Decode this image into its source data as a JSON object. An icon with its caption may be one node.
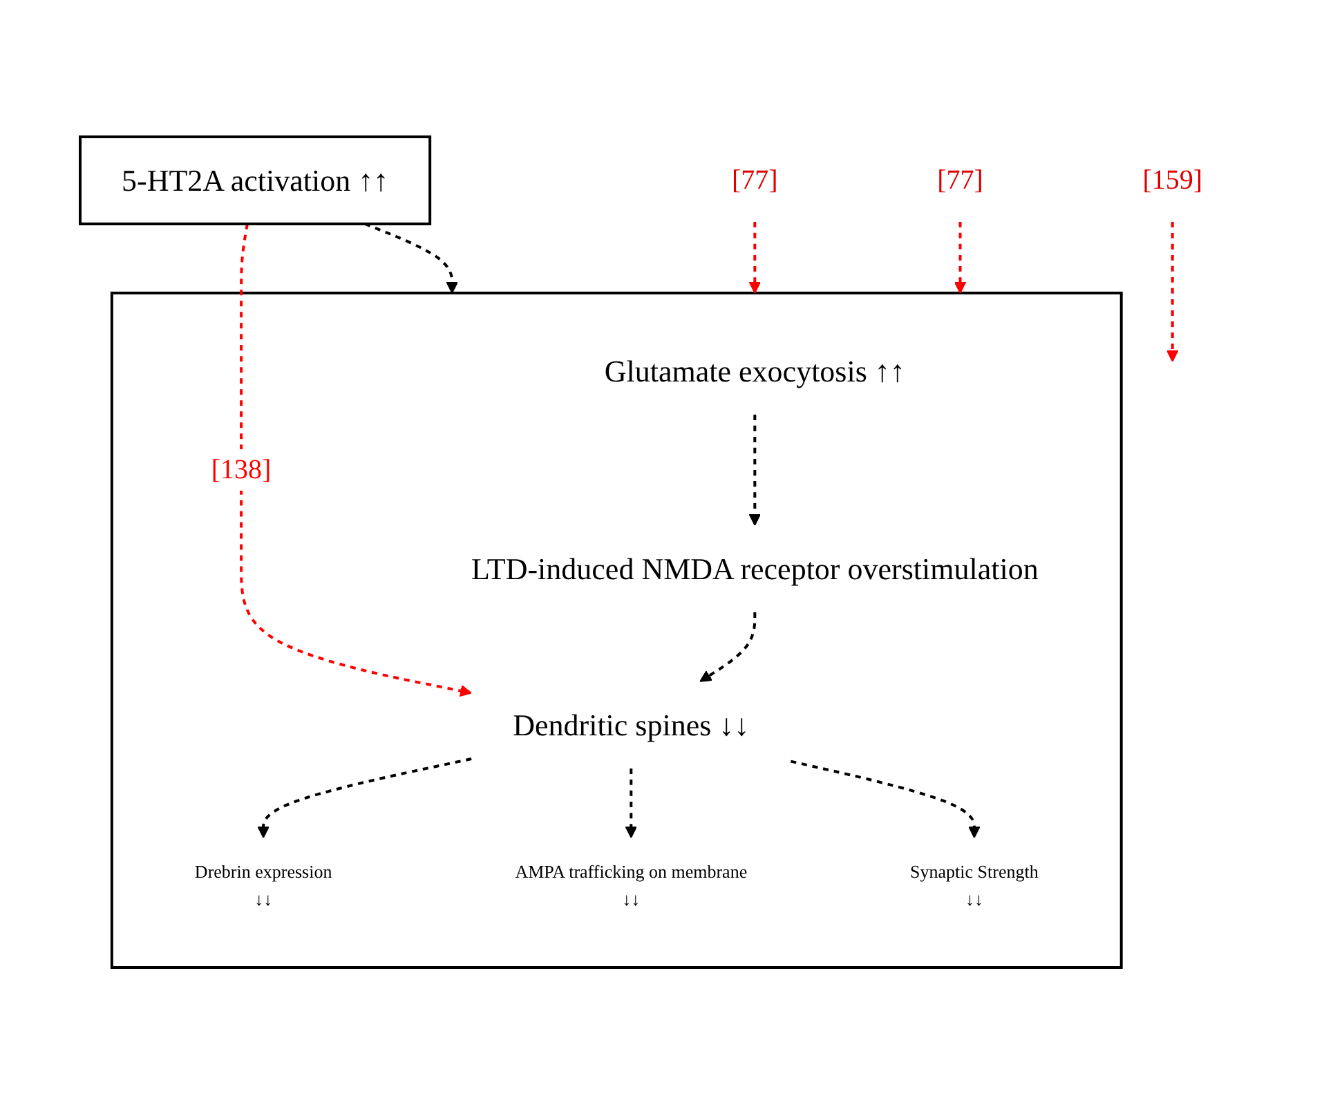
{
  "diagram": {
    "nodes": [
      {
        "text": [
          "[159]"
        ]
      },
      {
        "text": [
          "5-HT2A activation ↑↑"
        ]
      },
      {
        "text": [],
        "shape": "box"
      },
      {
        "text": [
          "Glutamate exocytosis ↑↑"
        ],
        "in": 2
      },
      {
        "text": [
          "[77]"
        ]
      },
      {
        "text": [
          "LTD-induced NMDA receptor overstimulation"
        ],
        "in": 2
      },
      {
        "text": [
          "[77]"
        ]
      },
      {
        "text": [
          "Dendritic spines ↓↓"
        ],
        "in": 2
      },
      {
        "text": [
          "Drebrin expression",
          "↓↓"
        ],
        "in": 2
      },
      {
        "text": [
          "AMPA trafficking on membrane",
          "↓↓"
        ],
        "in": 2
      },
      {
        "text": [
          "Synaptic Strength",
          "↓↓"
        ],
        "in": 2
      }
    ],
    "edges": [
      {
        "from": 0,
        "to": null,
        "arrow": "to",
        "style": "dashed",
        "color": "#ff0000"
      },
      {
        "from": 1,
        "to": 2,
        "arrow": "to",
        "style": "dashed"
      },
      {
        "from": 1,
        "to": 7,
        "arrow": "to",
        "style": "dashed",
        "color": "#ff0000",
        "label": "[138]"
      },
      {
        "from": 3,
        "to": 5,
        "arrow": "to",
        "style": "dashed"
      },
      {
        "from": 4,
        "to": 2,
        "arrow": "to",
        "style": "dashed",
        "color": "#ff0000"
      },
      {
        "from": 5,
        "to": 7,
        "arrow": "to",
        "style": "dashed"
      },
      {
        "from": 6,
        "to": 2,
        "arrow": "to",
        "style": "dashed",
        "color": "#ff0000"
      },
      {
        "from": 7,
        "to": 8,
        "arrow": "to",
        "style": "dashed"
      },
      {
        "from": 7,
        "to": 10,
        "arrow": "to",
        "style": "dashed"
      },
      {
        "from": 7,
        "to": 9,
        "arrow": "to",
        "style": "dashed"
      }
    ]
  }
}
